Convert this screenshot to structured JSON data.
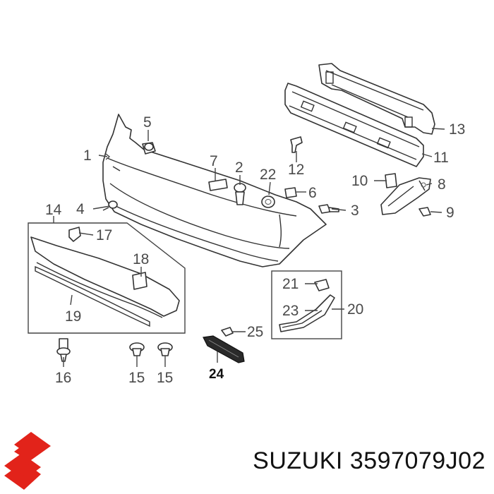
{
  "diagram": {
    "callouts": {
      "c1": "1",
      "c2": "2",
      "c3": "3",
      "c4": "4",
      "c5": "5",
      "c6": "6",
      "c7": "7",
      "c8": "8",
      "c9": "9",
      "c10": "10",
      "c11": "11",
      "c12": "12",
      "c13": "13",
      "c14": "14",
      "c15a": "15",
      "c15b": "15",
      "c16": "16",
      "c17": "17",
      "c18": "18",
      "c19": "19",
      "c20": "20",
      "c21": "21",
      "c22": "22",
      "c23": "23",
      "c24": "24",
      "c25": "25"
    },
    "highlighted_part": "24"
  },
  "footer": {
    "brand": "SUZUKI",
    "part_number": "3597079J02",
    "logo_name": "suzuki-s-logo",
    "logo_color": "#e2231a"
  }
}
